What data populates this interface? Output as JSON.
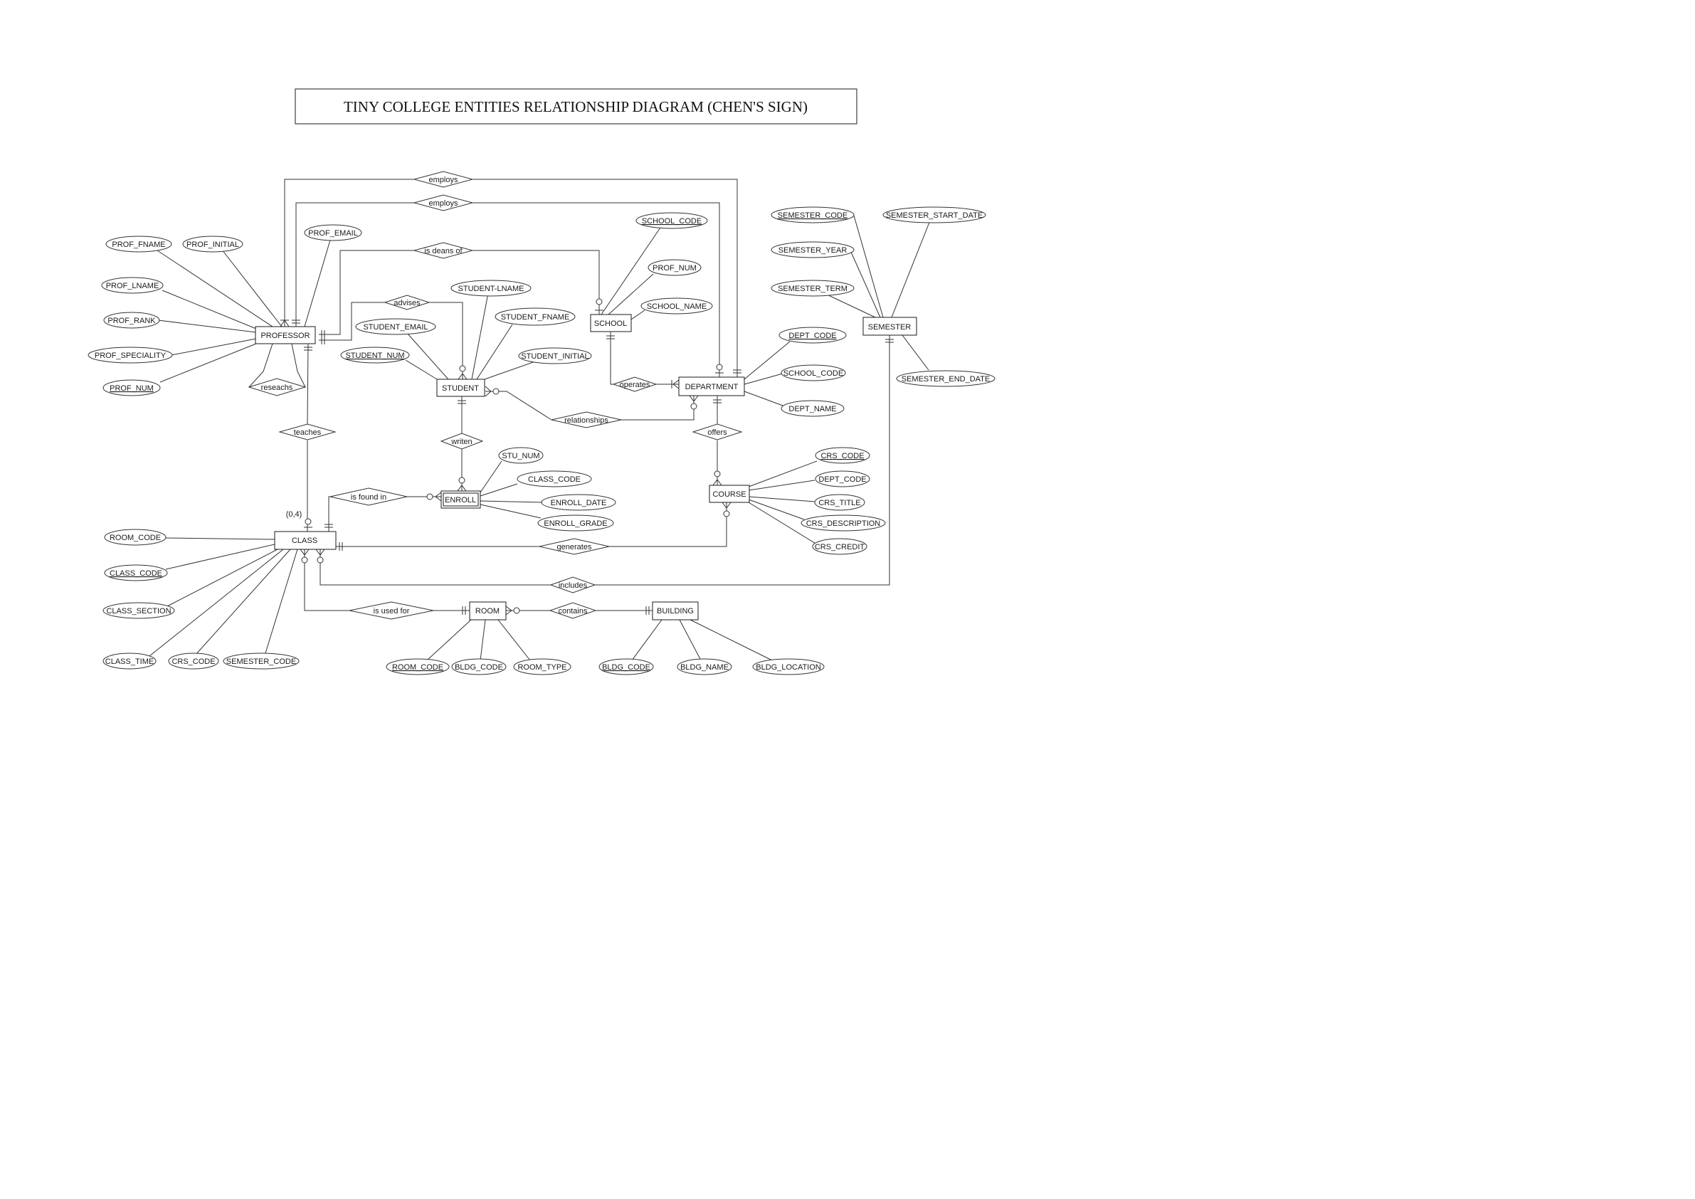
{
  "title": "TINY COLLEGE ENTITIES RELATIONSHIP DIAGRAM (CHEN'S SIGN)",
  "entities": [
    {
      "id": "professor",
      "label": "PROFESSOR"
    },
    {
      "id": "student",
      "label": "STUDENT"
    },
    {
      "id": "school",
      "label": "SCHOOL"
    },
    {
      "id": "department",
      "label": "DEPARTMENT"
    },
    {
      "id": "semester",
      "label": "SEMESTER"
    },
    {
      "id": "course",
      "label": "COURSE"
    },
    {
      "id": "enroll",
      "label": "ENROLL",
      "weak": true
    },
    {
      "id": "class",
      "label": "CLASS"
    },
    {
      "id": "room",
      "label": "ROOM"
    },
    {
      "id": "building",
      "label": "BUILDING"
    }
  ],
  "relationships": [
    {
      "id": "employs-1",
      "label": "employs"
    },
    {
      "id": "employs-2",
      "label": "employs"
    },
    {
      "id": "is-deans-of",
      "label": "is deans of"
    },
    {
      "id": "advises",
      "label": "advises"
    },
    {
      "id": "reseachs",
      "label": "reseachs"
    },
    {
      "id": "operates",
      "label": "operates"
    },
    {
      "id": "relationships",
      "label": "relationships"
    },
    {
      "id": "teaches",
      "label": "teaches"
    },
    {
      "id": "writen",
      "label": "writen"
    },
    {
      "id": "offers",
      "label": "offers"
    },
    {
      "id": "is-found-in",
      "label": "is found in"
    },
    {
      "id": "generates",
      "label": "generates"
    },
    {
      "id": "includes",
      "label": "includes"
    },
    {
      "id": "is-used-for",
      "label": "is used for"
    },
    {
      "id": "contains",
      "label": "contains"
    }
  ],
  "attributes": [
    {
      "id": "prof-fname",
      "label": "PROF_FNAME",
      "key": false
    },
    {
      "id": "prof-initial",
      "label": "PROF_INITIAL",
      "key": false
    },
    {
      "id": "prof-email",
      "label": "PROF_EMAIL",
      "key": false
    },
    {
      "id": "prof-lname",
      "label": "PROF_LNAME",
      "key": false
    },
    {
      "id": "prof-rank",
      "label": "PROF_RANK",
      "key": false
    },
    {
      "id": "prof-speciality",
      "label": "PROF_SPECIALITY",
      "key": false
    },
    {
      "id": "prof-num",
      "label": "PROF_NUM",
      "key": true
    },
    {
      "id": "student-lname",
      "label": "STUDENT-LNAME",
      "key": false
    },
    {
      "id": "student-fname",
      "label": "STUDENT_FNAME",
      "key": false
    },
    {
      "id": "student-email",
      "label": "STUDENT_EMAIL",
      "key": false
    },
    {
      "id": "student-num",
      "label": "STUDENT_NUM",
      "key": true
    },
    {
      "id": "student-initial",
      "label": "STUDENT_INITIAL",
      "key": false
    },
    {
      "id": "school-code",
      "label": "SCHOOL_CODE",
      "key": true
    },
    {
      "id": "school-prof-num",
      "label": "PROF_NUM",
      "key": false
    },
    {
      "id": "school-name",
      "label": "SCHOOL_NAME",
      "key": false
    },
    {
      "id": "semester-code",
      "label": "SEMESTER_CODE",
      "key": true
    },
    {
      "id": "semester-start-date",
      "label": "SEMESTER_START_DATE",
      "key": false
    },
    {
      "id": "semester-year",
      "label": "SEMESTER_YEAR",
      "key": false
    },
    {
      "id": "semester-term",
      "label": "SEMESTER_TERM",
      "key": false
    },
    {
      "id": "semester-end-date",
      "label": "SEMESTER_END_DATE",
      "key": false
    },
    {
      "id": "dept-code",
      "label": "DEPT_CODE",
      "key": true
    },
    {
      "id": "dept-school-code",
      "label": "SCHOOL_CODE",
      "key": false
    },
    {
      "id": "dept-name",
      "label": "DEPT_NAME",
      "key": false
    },
    {
      "id": "stu-num",
      "label": "STU_NUM",
      "key": false
    },
    {
      "id": "enroll-class-code",
      "label": "CLASS_CODE",
      "key": false
    },
    {
      "id": "enroll-date",
      "label": "ENROLL_DATE",
      "key": false
    },
    {
      "id": "enroll-grade",
      "label": "ENROLL_GRADE",
      "key": false
    },
    {
      "id": "crs-code",
      "label": "CRS_CODE",
      "key": true
    },
    {
      "id": "course-dept-code",
      "label": "DEPT_CODE",
      "key": false
    },
    {
      "id": "crs-title",
      "label": "CRS_TITLE",
      "key": false
    },
    {
      "id": "crs-description",
      "label": "CRS_DESCRIPTION",
      "key": false
    },
    {
      "id": "crs-credit",
      "label": "CRS_CREDIT",
      "key": false
    },
    {
      "id": "room-code",
      "label": "ROOM_CODE",
      "key": false
    },
    {
      "id": "class-code",
      "label": "CLASS_CODE",
      "key": true
    },
    {
      "id": "class-section",
      "label": "CLASS_SECTION",
      "key": false
    },
    {
      "id": "class-time",
      "label": "CLASS_TIME",
      "key": false
    },
    {
      "id": "class-crs-code",
      "label": "CRS_CODE",
      "key": false
    },
    {
      "id": "class-semester-code",
      "label": "SEMESTER_CODE",
      "key": false
    },
    {
      "id": "room-room-code",
      "label": "ROOM_CODE",
      "key": true
    },
    {
      "id": "room-bldg-code",
      "label": "BLDG_CODE",
      "key": false
    },
    {
      "id": "room-type",
      "label": "ROOM_TYPE",
      "key": false
    },
    {
      "id": "bldg-code",
      "label": "BLDG_CODE",
      "key": true
    },
    {
      "id": "bldg-name",
      "label": "BLDG_NAME",
      "key": false
    },
    {
      "id": "bldg-location",
      "label": "BLDG_LOCATION",
      "key": false
    }
  ],
  "annotations": [
    {
      "id": "class-cardinality",
      "label": "(0,4)"
    }
  ]
}
